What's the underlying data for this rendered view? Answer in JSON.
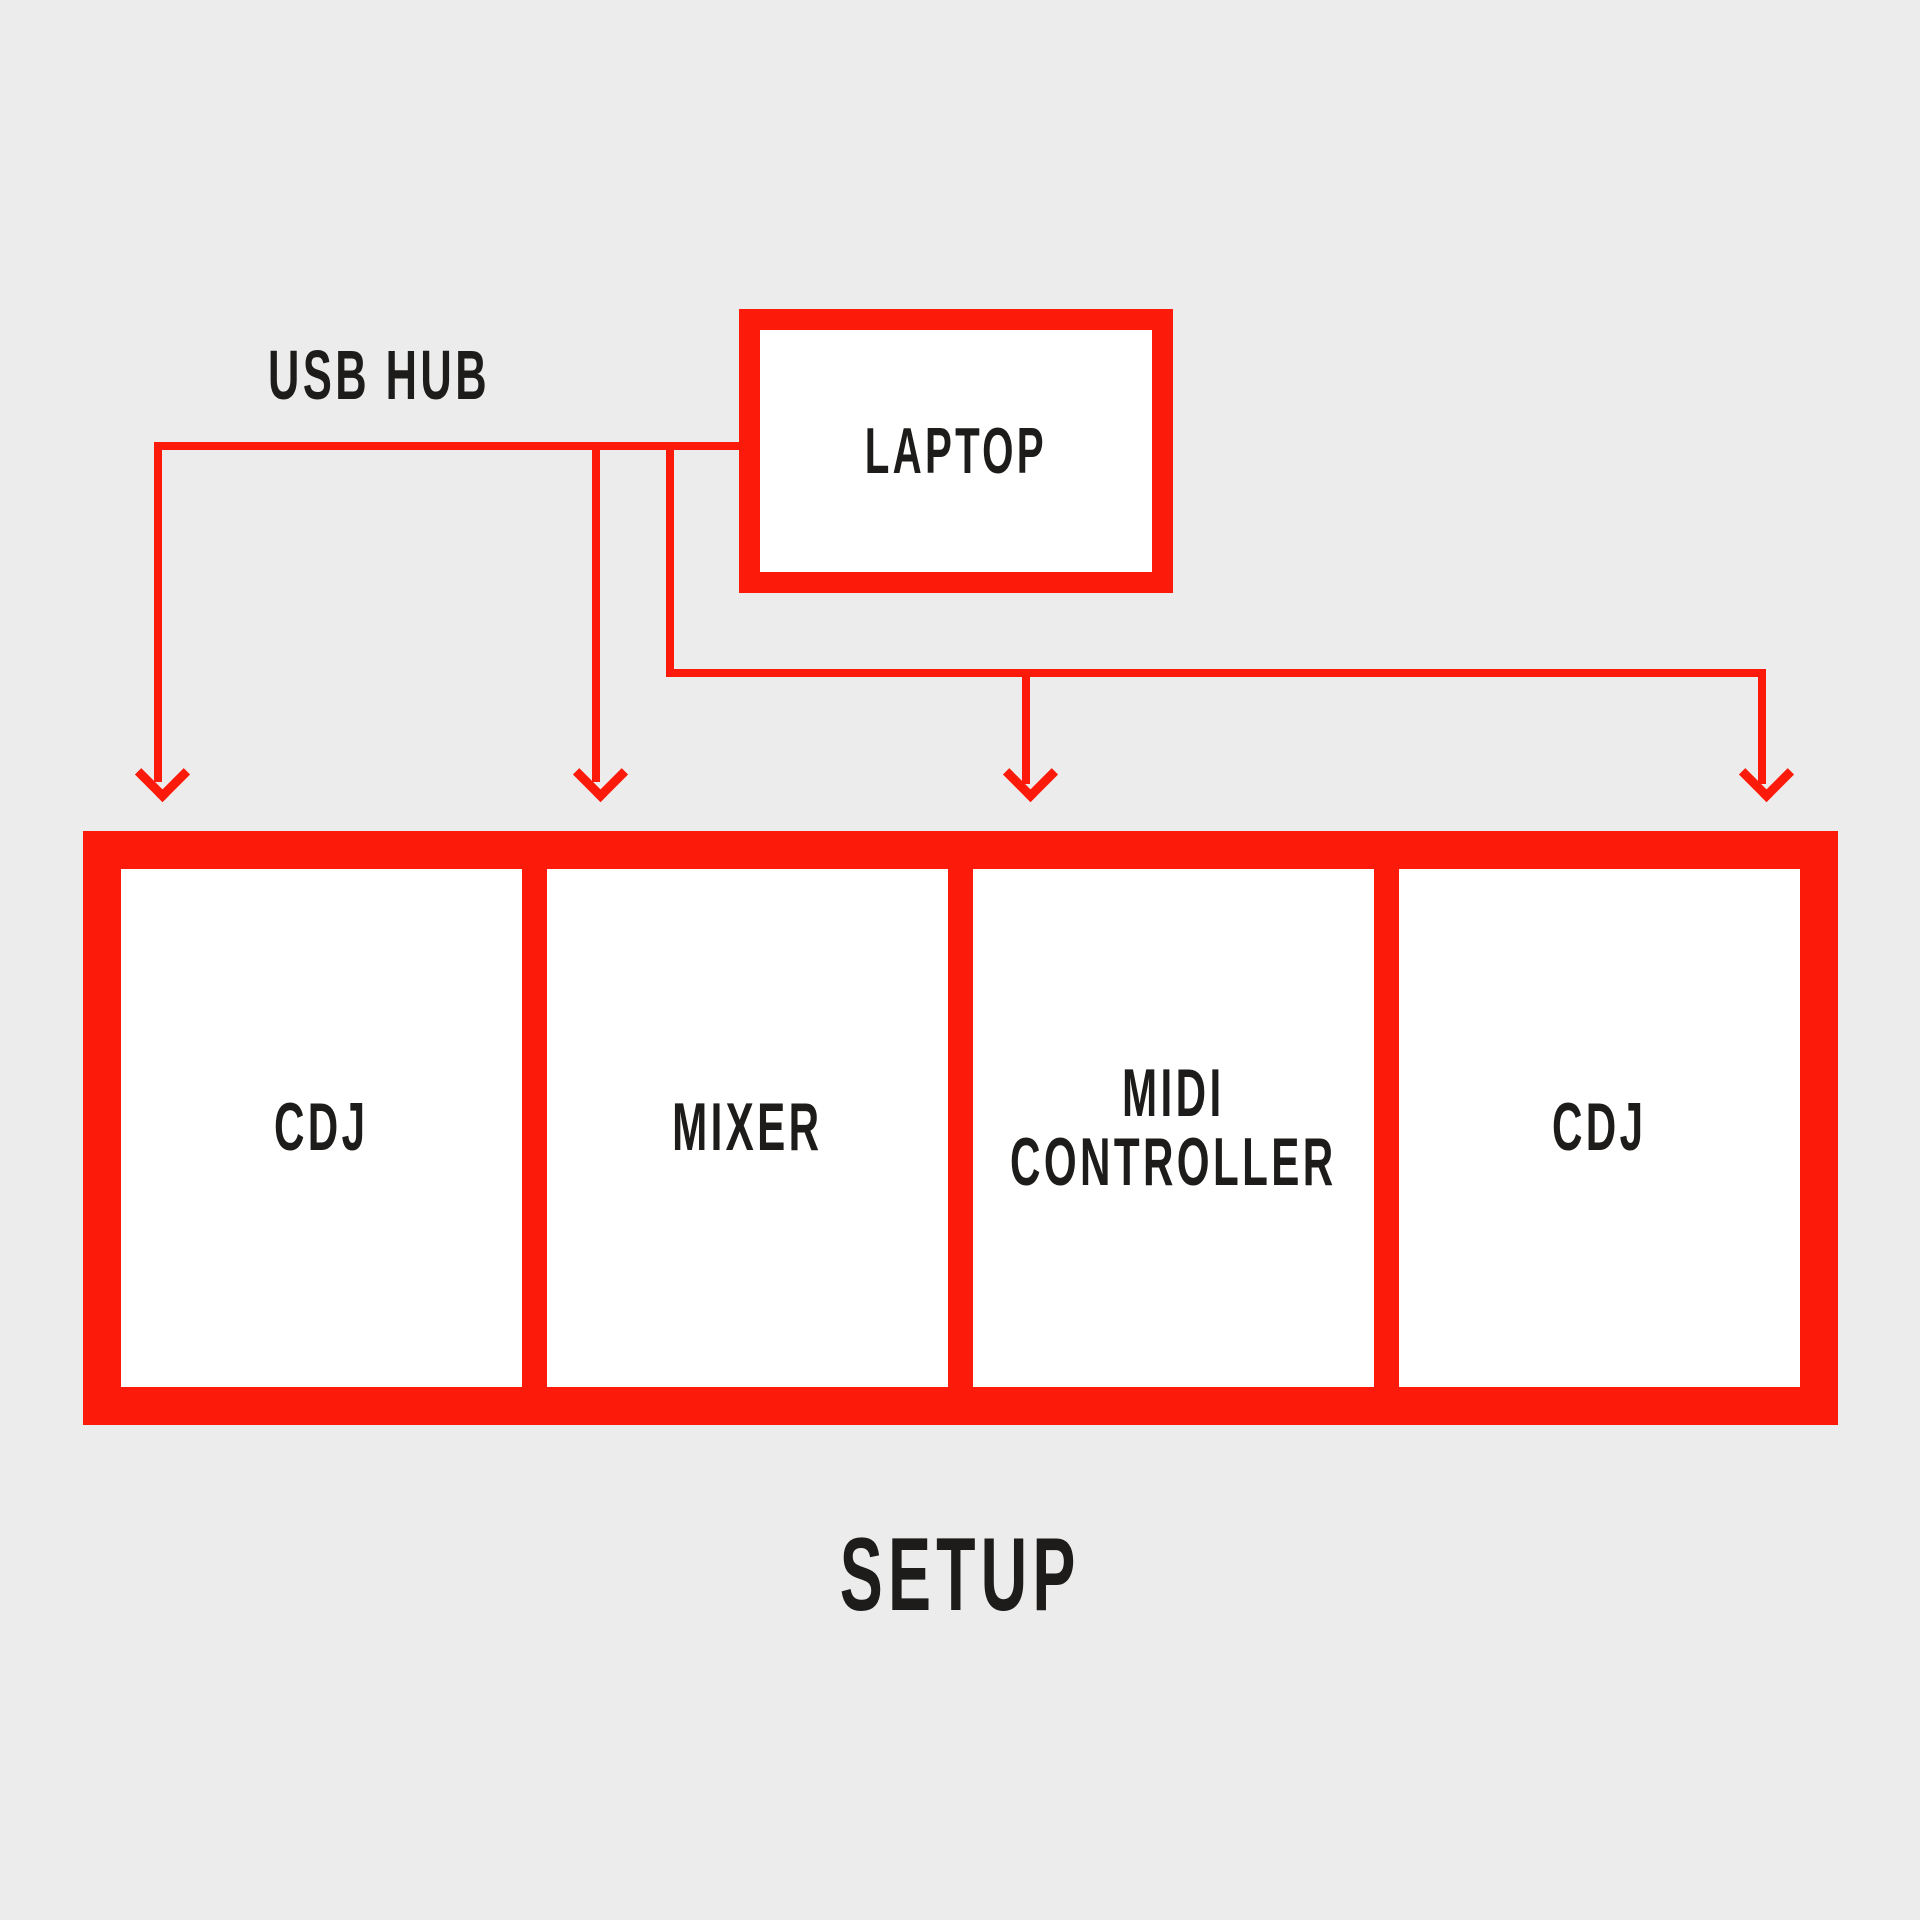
{
  "canvas": {
    "background_color": "#ececec",
    "accent_color": "#fc1a0a",
    "text_color": "#1d1c1a"
  },
  "diagram": {
    "hub_label": "USB HUB",
    "laptop": {
      "label": "LAPTOP"
    },
    "devices": [
      {
        "label": "CDJ"
      },
      {
        "label": "MIXER"
      },
      {
        "label": "MIDI\nCONTROLLER"
      },
      {
        "label": "CDJ"
      }
    ],
    "title": "SETUP"
  }
}
